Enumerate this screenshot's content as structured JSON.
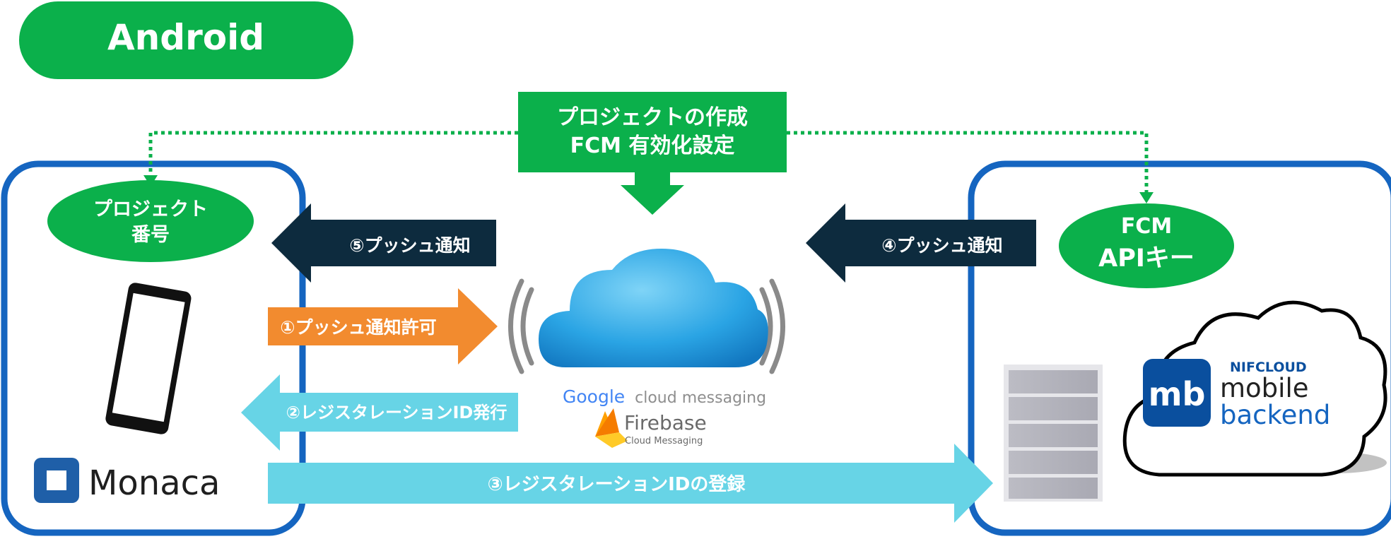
{
  "platform_label": "Android",
  "center_box": {
    "line1": "プロジェクトの作成",
    "line2": "FCM  有効化設定"
  },
  "left_panel": {
    "pill_line1": "プロジェクト",
    "pill_line2": "番号",
    "brand": "Monaca"
  },
  "right_panel": {
    "pill_line1": "FCM",
    "pill_line2": "APIキー",
    "brand_top": "NIFCLOUD",
    "brand_line1": "mobile",
    "brand_line2": "backend",
    "brand_badge": "mb"
  },
  "arrows": {
    "step1": "①プッシュ通知許可",
    "step2": "②レジスタレーションID発行",
    "step3": "③レジスタレーションIDの登録",
    "step4": "④プッシュ通知",
    "step5": "⑤プッシュ通知"
  },
  "cloud_service": {
    "gcm_google": "Google",
    "gcm_rest": "cloud messaging",
    "firebase_title": "Firebase",
    "firebase_sub": "Cloud Messaging"
  },
  "colors": {
    "green": "#0bb04b",
    "panel_border": "#1565c0",
    "navy": "#0d2b3e",
    "orange": "#f28b2f",
    "cyan": "#67d4e6",
    "monaca_blue": "#1f5fa8",
    "nifcloud_blue": "#0a4f9e"
  }
}
